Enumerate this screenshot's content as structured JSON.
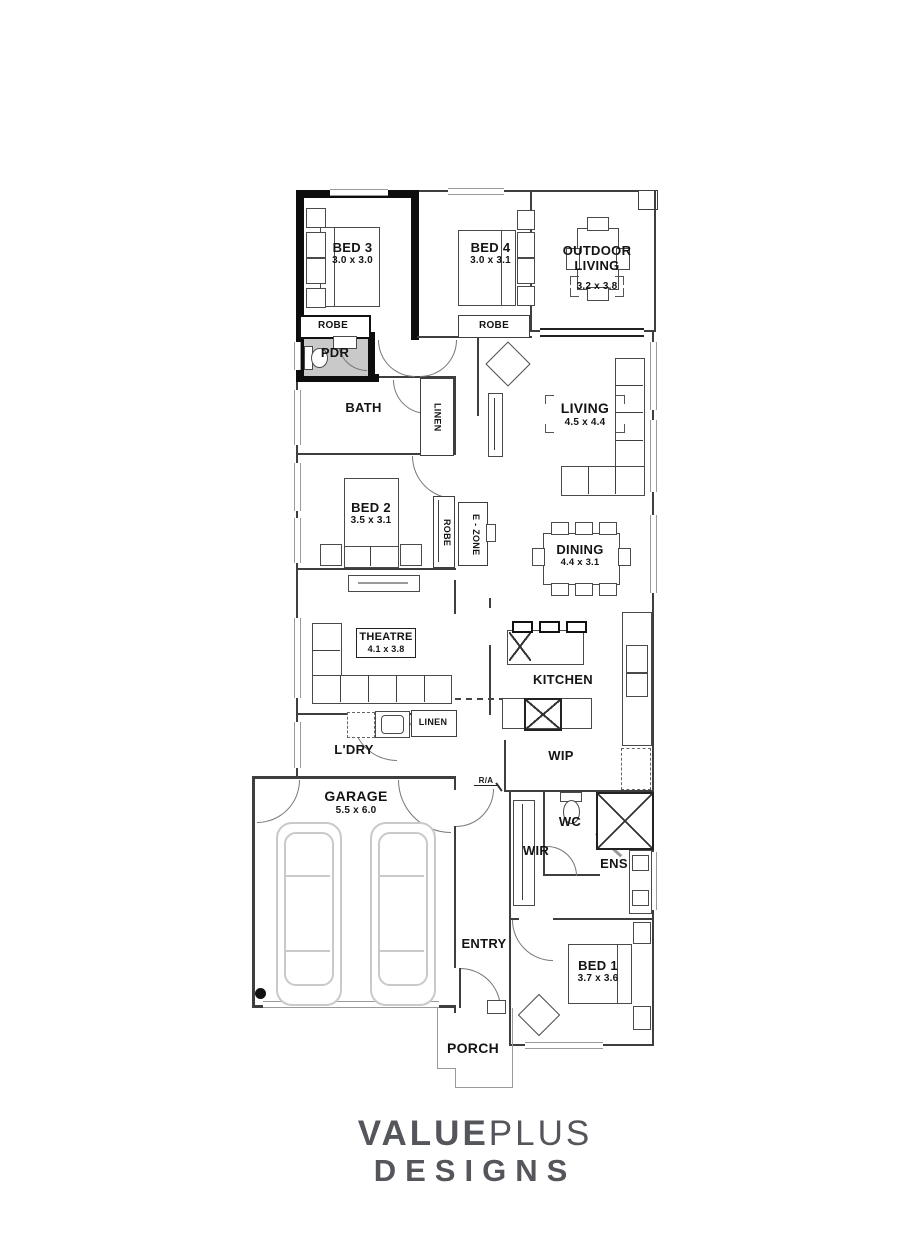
{
  "rooms": {
    "bed3": {
      "name": "BED 3",
      "dims": "3.0 x 3.0"
    },
    "bed4": {
      "name": "BED 4",
      "dims": "3.0 x 3.1"
    },
    "outdoor_living": {
      "name": "OUTDOOR LIVING",
      "dims": "3.2 x 3.8"
    },
    "robe_bed3": {
      "name": "ROBE"
    },
    "robe_bed4": {
      "name": "ROBE"
    },
    "robe_bed2": {
      "name": "ROBE"
    },
    "pdr": {
      "name": "PDR"
    },
    "bath": {
      "name": "BATH"
    },
    "linen_hall": {
      "name": "LINEN"
    },
    "linen_ldry": {
      "name": "LINEN"
    },
    "living": {
      "name": "LIVING",
      "dims": "4.5 x 4.4"
    },
    "bed2": {
      "name": "BED 2",
      "dims": "3.5 x 3.1"
    },
    "ezone": {
      "name": "E - ZONE"
    },
    "dining": {
      "name": "DINING",
      "dims": "4.4 x 3.1"
    },
    "theatre": {
      "name": "THEATRE",
      "dims": "4.1 x 3.8"
    },
    "kitchen": {
      "name": "KITCHEN"
    },
    "ldry": {
      "name": "L'DRY"
    },
    "wip": {
      "name": "WIP"
    },
    "garage": {
      "name": "GARAGE",
      "dims": "5.5 x 6.0"
    },
    "wc": {
      "name": "WC"
    },
    "wir": {
      "name": "WIR"
    },
    "ens": {
      "name": "ENS"
    },
    "entry": {
      "name": "ENTRY"
    },
    "bed1": {
      "name": "BED 1",
      "dims": "3.7 x 3.6"
    },
    "porch": {
      "name": "PORCH"
    }
  },
  "annotations": {
    "return_air": "R/A"
  },
  "branding": {
    "value": "VALUE",
    "plus": "PLUS",
    "designs": "DESIGNS"
  },
  "colors": {
    "wall": "#3e3e3e",
    "thick_wall": "#0d0d0d",
    "pdr_fill": "#c9c9c9",
    "logo": "#54565b"
  }
}
